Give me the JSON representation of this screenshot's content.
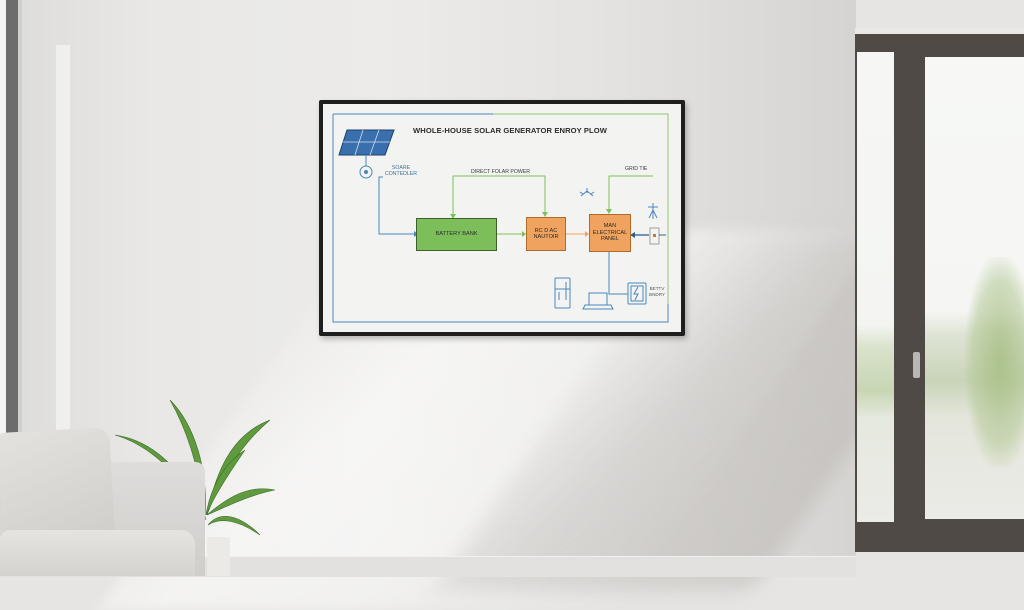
{
  "scene": {
    "description": "Bright living room wall with a framed solar energy flow diagram, sofa, potted plant, and a large glass door",
    "colors": {
      "wall": "#e9e8e6",
      "door_frame": "#4f4a46",
      "poster_frame": "#1f1f1f",
      "battery_green": "#7cbf5a",
      "inverter_orange": "#f0a35e",
      "line_blue": "#4a86bf",
      "line_green": "#7cc25a"
    }
  },
  "poster": {
    "title": "WHOLE-HOUSE SOLAR GENERATOR ENROY PLOW",
    "labels": {
      "controller_line1": "SOARE",
      "controller_line2": "CONTEDLER",
      "direct_solar": "DIRECT FOLAR POWER",
      "grid_tie": "GRID TIE",
      "battery_bank": "BATTERY BANK",
      "inverter_line1": "RC D AC",
      "inverter_line2": "NAUTOIR",
      "panel_line1": "MAN",
      "panel_line2": "ELECTRICAL",
      "panel_line3": "PANEL",
      "storage_line1": "BETTV",
      "storage_line2": "BNDRY"
    },
    "icons": [
      "solar-panel-icon",
      "charge-controller-icon",
      "refrigerator-icon",
      "laptop-icon",
      "battery-lightning-icon",
      "ceiling-fan-icon",
      "transmission-tower-icon",
      "meter-plug-icon"
    ]
  }
}
